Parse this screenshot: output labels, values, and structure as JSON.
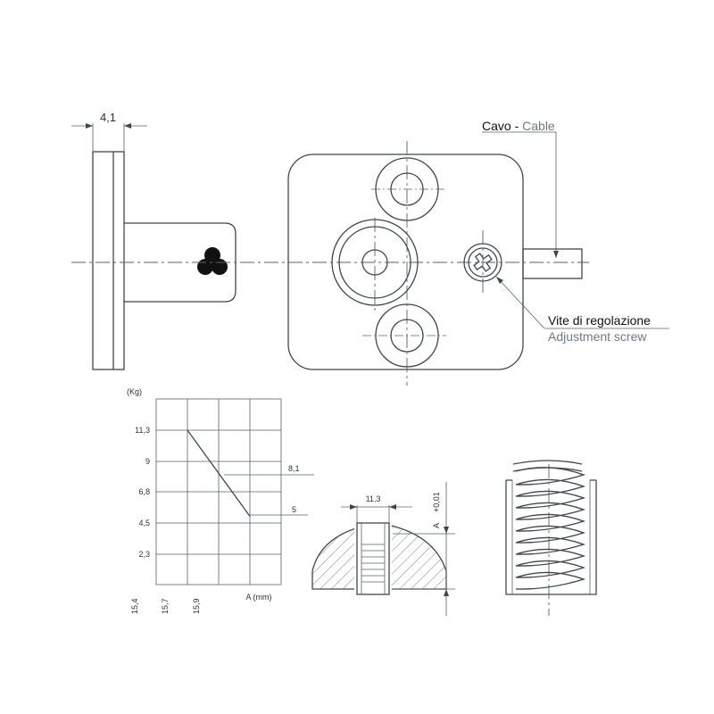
{
  "dimensions": {
    "thickness": "4,1",
    "hole_width": "11,3",
    "axis_a": "A",
    "tolerance": "+0,01"
  },
  "labels": {
    "cable_it": "Cavo",
    "separator": " - ",
    "cable_en": "Cable",
    "screw_it": "Vite di regolazione",
    "screw_en": "Adjustment screw"
  },
  "chart_data": {
    "type": "line",
    "ylabel": "(Kg)",
    "xlabel": "A (mm)",
    "y_ticks": [
      "11,3",
      "9",
      "6,8",
      "4,5",
      "2,3"
    ],
    "x_ticks": [
      "15,4",
      "15,7",
      "15,9"
    ],
    "series": [
      {
        "points": [
          {
            "x": 15.7,
            "y": 11.3
          },
          {
            "x": 15.9,
            "y": 5
          }
        ]
      }
    ],
    "annotations": [
      "8,1",
      "5"
    ]
  },
  "colors": {
    "line": "#3f474c",
    "label_primary": "#111111",
    "label_secondary": "#6f7a82"
  }
}
